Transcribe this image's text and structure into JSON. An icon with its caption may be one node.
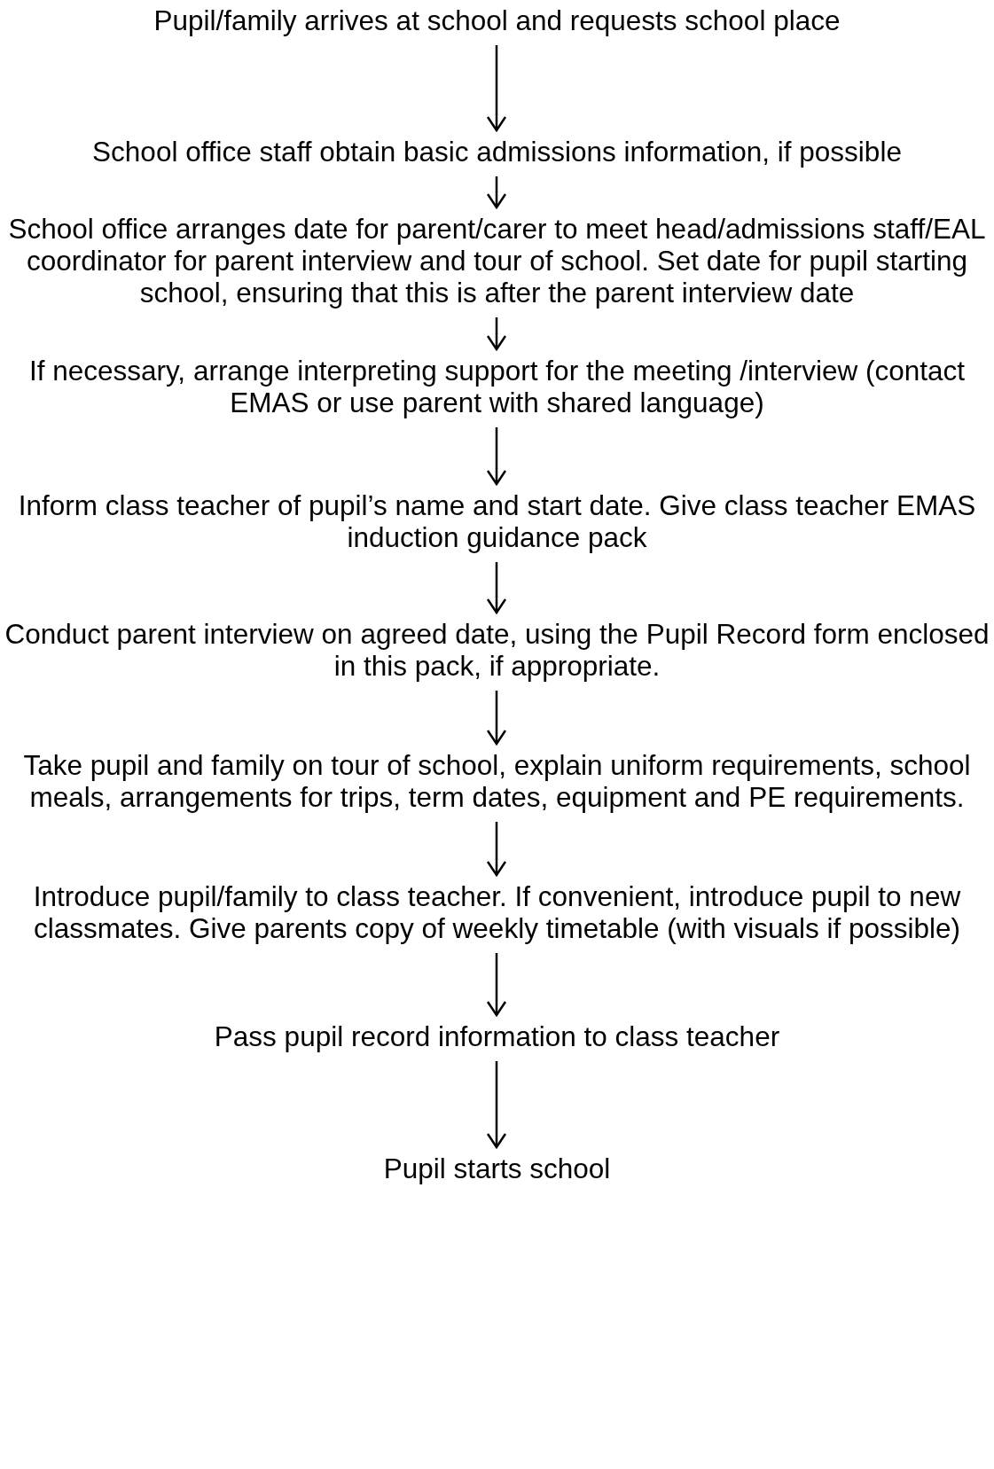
{
  "diagram": {
    "nodes": [
      {
        "text": [
          "Pupil/family arrives at school and requests school place"
        ]
      },
      {
        "text": [
          "School office staff obtain basic admissions information, if possible"
        ]
      },
      {
        "text": [
          "School office arranges date for parent/carer to meet head/admissions staff/EAL coordinator for parent interview and tour of school. Set date for pupil starting school, ensuring that this is after the parent interview date"
        ]
      },
      {
        "text": [
          "If necessary, arrange interpreting support for the meeting /interview (contact EMAS or use parent with shared language)"
        ]
      },
      {
        "text": [
          "Inform class teacher of pupil’s name and start date. Give class teacher EMAS induction guidance pack"
        ]
      },
      {
        "text": [
          "Conduct parent interview on agreed date, using the Pupil Record form enclosed in this pack, if appropriate."
        ]
      },
      {
        "text": [
          "Take pupil and family on tour of school, explain uniform requirements, school meals, arrangements for trips, term dates, equipment and PE requirements."
        ]
      },
      {
        "text": [
          "Introduce pupil/family to class teacher. If convenient, introduce pupil to new classmates. Give parents copy of weekly timetable (with visuals if possible)"
        ]
      },
      {
        "text": [
          "Pass pupil record information to class teacher"
        ]
      },
      {
        "text": [
          "Pupil starts school"
        ]
      }
    ],
    "edges": [
      {
        "from": 0,
        "to": 1,
        "arrow": "to"
      },
      {
        "from": 1,
        "to": 2,
        "arrow": "to"
      },
      {
        "from": 2,
        "to": 3,
        "arrow": "to"
      },
      {
        "from": 3,
        "to": 4,
        "arrow": "to"
      },
      {
        "from": 4,
        "to": 5,
        "arrow": "to"
      },
      {
        "from": 5,
        "to": 6,
        "arrow": "to"
      },
      {
        "from": 6,
        "to": 7,
        "arrow": "to"
      },
      {
        "from": 7,
        "to": 8,
        "arrow": "to"
      },
      {
        "from": 8,
        "to": 9,
        "arrow": "to"
      }
    ]
  }
}
